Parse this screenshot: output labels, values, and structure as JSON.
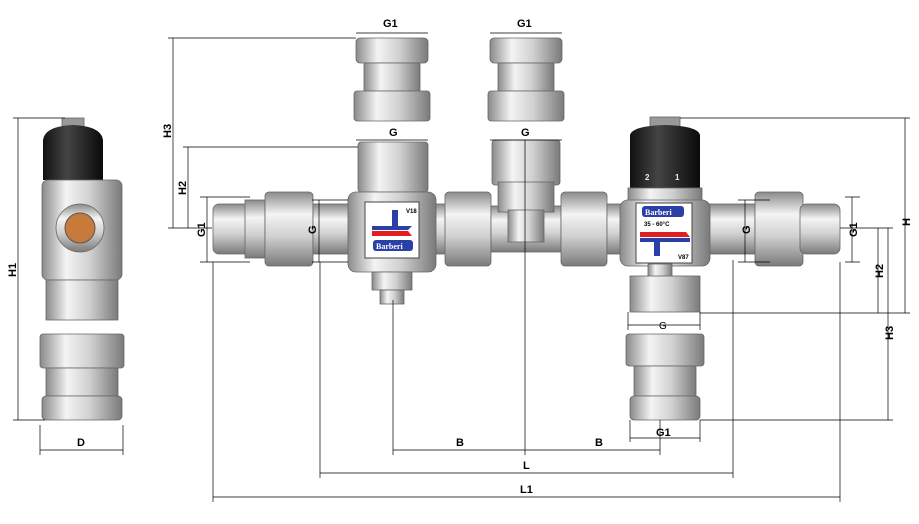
{
  "labels": {
    "g1_top_left": "G1",
    "g1_top_right": "G1",
    "g_top_left": "G",
    "g_top_right": "G",
    "h3_left": "H3",
    "h2_left": "H2",
    "g1_left": "G1",
    "g_left": "G",
    "h1": "H1",
    "d": "D",
    "b_left": "B",
    "b_right": "B",
    "l": "L",
    "l1": "L1",
    "g_right": "G",
    "g1_right": "G1",
    "h_right": "H",
    "h2_right": "H2",
    "h3_right": "H3",
    "g_bottom": "G",
    "g1_bottom": "G1"
  },
  "valve_left": {
    "brand": "Barberi",
    "model": "V18"
  },
  "valve_right": {
    "brand": "Barberi",
    "range": "35 - 60°C",
    "model": "V87",
    "knob_marks": [
      "2",
      "1"
    ]
  }
}
